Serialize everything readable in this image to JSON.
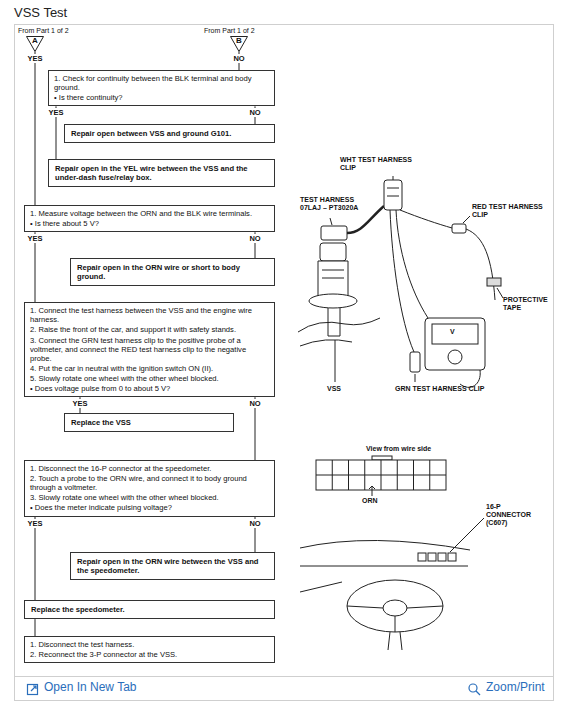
{
  "diagram": {
    "title": "VSS Test",
    "nodes": [
      {
        "text": [
          "From Part 1 of 2",
          "A"
        ]
      },
      {
        "text": [
          "From Part 1 of 2",
          "B"
        ]
      },
      {
        "text": [
          "1. Check for continuity between the BLK terminal and body ground.",
          "• Is there continuity?"
        ]
      },
      {
        "text": [
          "Repair open between VSS and ground G101."
        ]
      },
      {
        "text": [
          "Repair open in the YEL wire between the VSS and the under-dash fuse/relay box."
        ]
      },
      {
        "text": [
          "1. Measure voltage between the ORN and the BLK wire terminals.",
          "• Is there about 5 V?"
        ]
      },
      {
        "text": [
          "Repair open in the ORN wire or short to body ground."
        ]
      },
      {
        "text": [
          "1. Connect the test harness between the VSS and the engine wire harness.",
          "2. Raise the front of the car, and support it with safety stands.",
          "3. Connect the GRN test harness clip to the positive probe of a voltmeter, and connect the RED test harness clip to the negative probe.",
          "4. Put the car in neutral with the ignition switch ON (II).",
          "5. Slowly rotate one wheel with the other wheel blocked.",
          "• Does voltage pulse from 0 to about 5 V?"
        ]
      },
      {
        "text": [
          "Replace the VSS"
        ]
      },
      {
        "text": [
          "1. Disconnect the 16-P connector at the speedometer.",
          "2. Touch a probe to the ORN wire, and connect it to body ground through a voltmeter.",
          "3. Slowly rotate one wheel with the other wheel blocked.",
          "• Does the meter indicate pulsing voltage?"
        ]
      },
      {
        "text": [
          "Repair open in the ORN wire between the VSS and the speedometer."
        ]
      },
      {
        "text": [
          "Replace the speedometer."
        ]
      },
      {
        "text": [
          "1. Disconnect the test harness.",
          "2. Reconnect the 3-P connector at the VSS."
        ]
      }
    ],
    "edges": [
      {
        "from": 0,
        "to": 5,
        "arrow": "none",
        "label": "YES"
      },
      {
        "from": 1,
        "to": 2,
        "arrow": "none",
        "label": "NO"
      },
      {
        "from": 2,
        "to": 4,
        "arrow": "none",
        "label": "YES"
      },
      {
        "from": 2,
        "to": 3,
        "arrow": "none",
        "label": "NO"
      },
      {
        "from": 5,
        "to": 7,
        "arrow": "none",
        "label": "YES"
      },
      {
        "from": 5,
        "to": 6,
        "arrow": "none",
        "label": "NO"
      },
      {
        "from": 7,
        "to": 8,
        "arrow": "none",
        "label": "YES"
      },
      {
        "from": 7,
        "to": 9,
        "arrow": "none",
        "label": "NO"
      },
      {
        "from": 9,
        "to": 11,
        "arrow": "none",
        "label": "YES"
      },
      {
        "from": 9,
        "to": 10,
        "arrow": "none",
        "label": "NO"
      },
      {
        "from": 11,
        "to": 12,
        "arrow": "none"
      }
    ],
    "labels": [
      "WHT TEST HARNESS CLIP",
      "TEST HARNESS 07LAJ – PT3020A",
      "RED TEST HARNESS CLIP",
      "PROTECTIVE TAPE",
      "V",
      "VSS",
      "GRN TEST HARNESS CLIP",
      "View from wire side",
      "ORN",
      "16-P CONNECTOR (C607)",
      "Open In New Tab",
      "Zoom/Print"
    ]
  }
}
